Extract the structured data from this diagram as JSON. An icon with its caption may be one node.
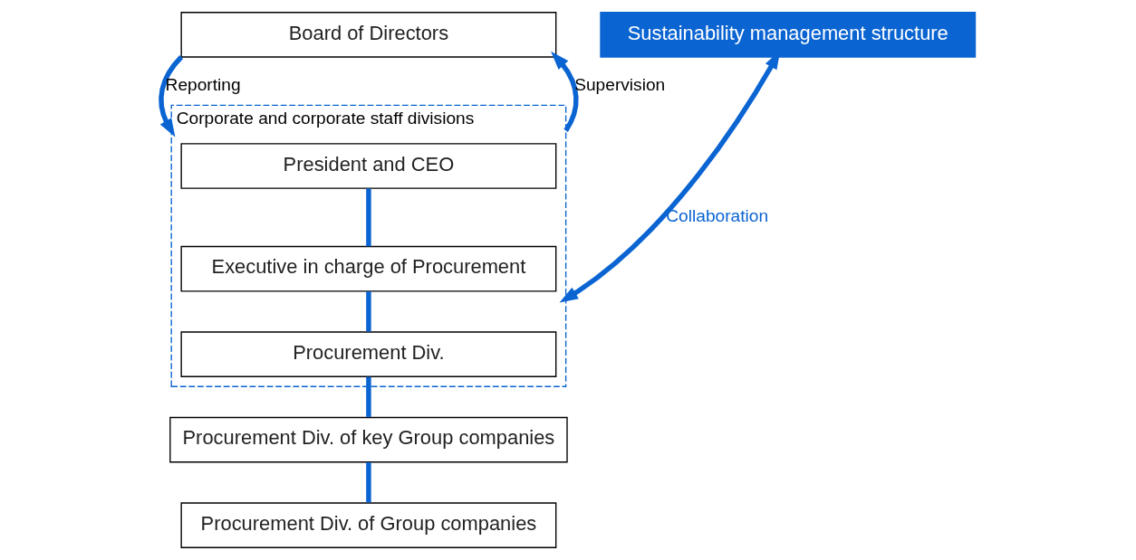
{
  "diagram": {
    "nodes": [
      {
        "text": [
          "Board of Directors"
        ]
      },
      {
        "text": [
          "Corporate and corporate staff divisions"
        ]
      },
      {
        "text": [
          "President and CEO"
        ],
        "in": 1
      },
      {
        "text": [
          "Executive in charge of Procurement"
        ],
        "in": 1
      },
      {
        "text": [
          "Procurement Div."
        ],
        "in": 1
      },
      {
        "text": [
          "Procurement Div. of key Group companies"
        ]
      },
      {
        "text": [
          "Procurement Div. of Group companies"
        ]
      },
      {
        "text": [
          "Sustainability management structure"
        ]
      }
    ],
    "edges": [
      {
        "from": 0,
        "to": 1,
        "arrow": "to",
        "label": "Reporting"
      },
      {
        "from": 1,
        "to": 0,
        "arrow": "to",
        "label": "Supervision"
      },
      {
        "from": 1,
        "to": 7,
        "arrow": "both",
        "label": "Collaboration"
      },
      {
        "from": 2,
        "to": 3,
        "arrow": "none"
      },
      {
        "from": 3,
        "to": 4,
        "arrow": "none"
      },
      {
        "from": 4,
        "to": 5,
        "arrow": "none"
      },
      {
        "from": 5,
        "to": 6,
        "arrow": "none"
      }
    ]
  }
}
